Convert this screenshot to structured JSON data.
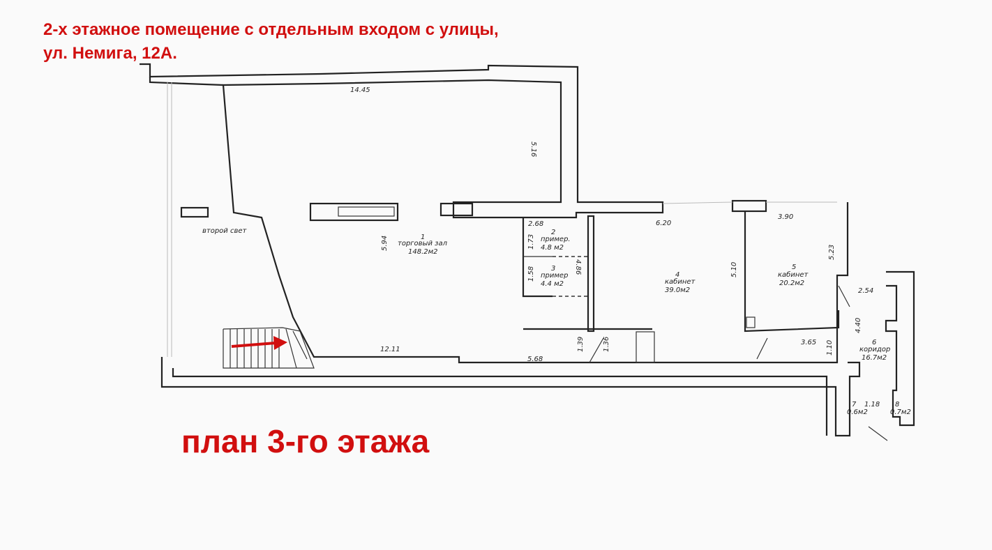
{
  "header": {
    "line1": "2-х этажное помещение с отдельным входом  с улицы,",
    "line2": "ул. Немига, 12А."
  },
  "plan_title": "план 3-го этажа",
  "colors": {
    "accent": "#d10f0f",
    "lines": "#222222"
  },
  "rooms": [
    {
      "num": "1",
      "name": "торговый зал",
      "area": "148.2м2"
    },
    {
      "num": "2",
      "name": "пример.",
      "area": "4.8 м2"
    },
    {
      "num": "3",
      "name": "пример",
      "area": "4.4 м2"
    },
    {
      "num": "4",
      "name": "кабинет",
      "area": "39.0м2"
    },
    {
      "num": "5",
      "name": "кабинет",
      "area": "20.2м2"
    },
    {
      "num": "6",
      "name": "коридор",
      "area": "16.7м2"
    },
    {
      "num": "7",
      "name": "",
      "area": "0.6м2"
    },
    {
      "num": "8",
      "name": "",
      "area": "0.7м2"
    }
  ],
  "second_light": "второй свет",
  "dimensions": [
    "14.45",
    "5.16",
    "2.68",
    "6.20",
    "3.90",
    "5.94",
    "1.73",
    "1.58",
    "4.86",
    "5.10",
    "5.23",
    "2.54",
    "4.40",
    "1.10",
    "3.65",
    "12.11",
    "5.68",
    "1.39",
    "1.36",
    "1.18"
  ]
}
